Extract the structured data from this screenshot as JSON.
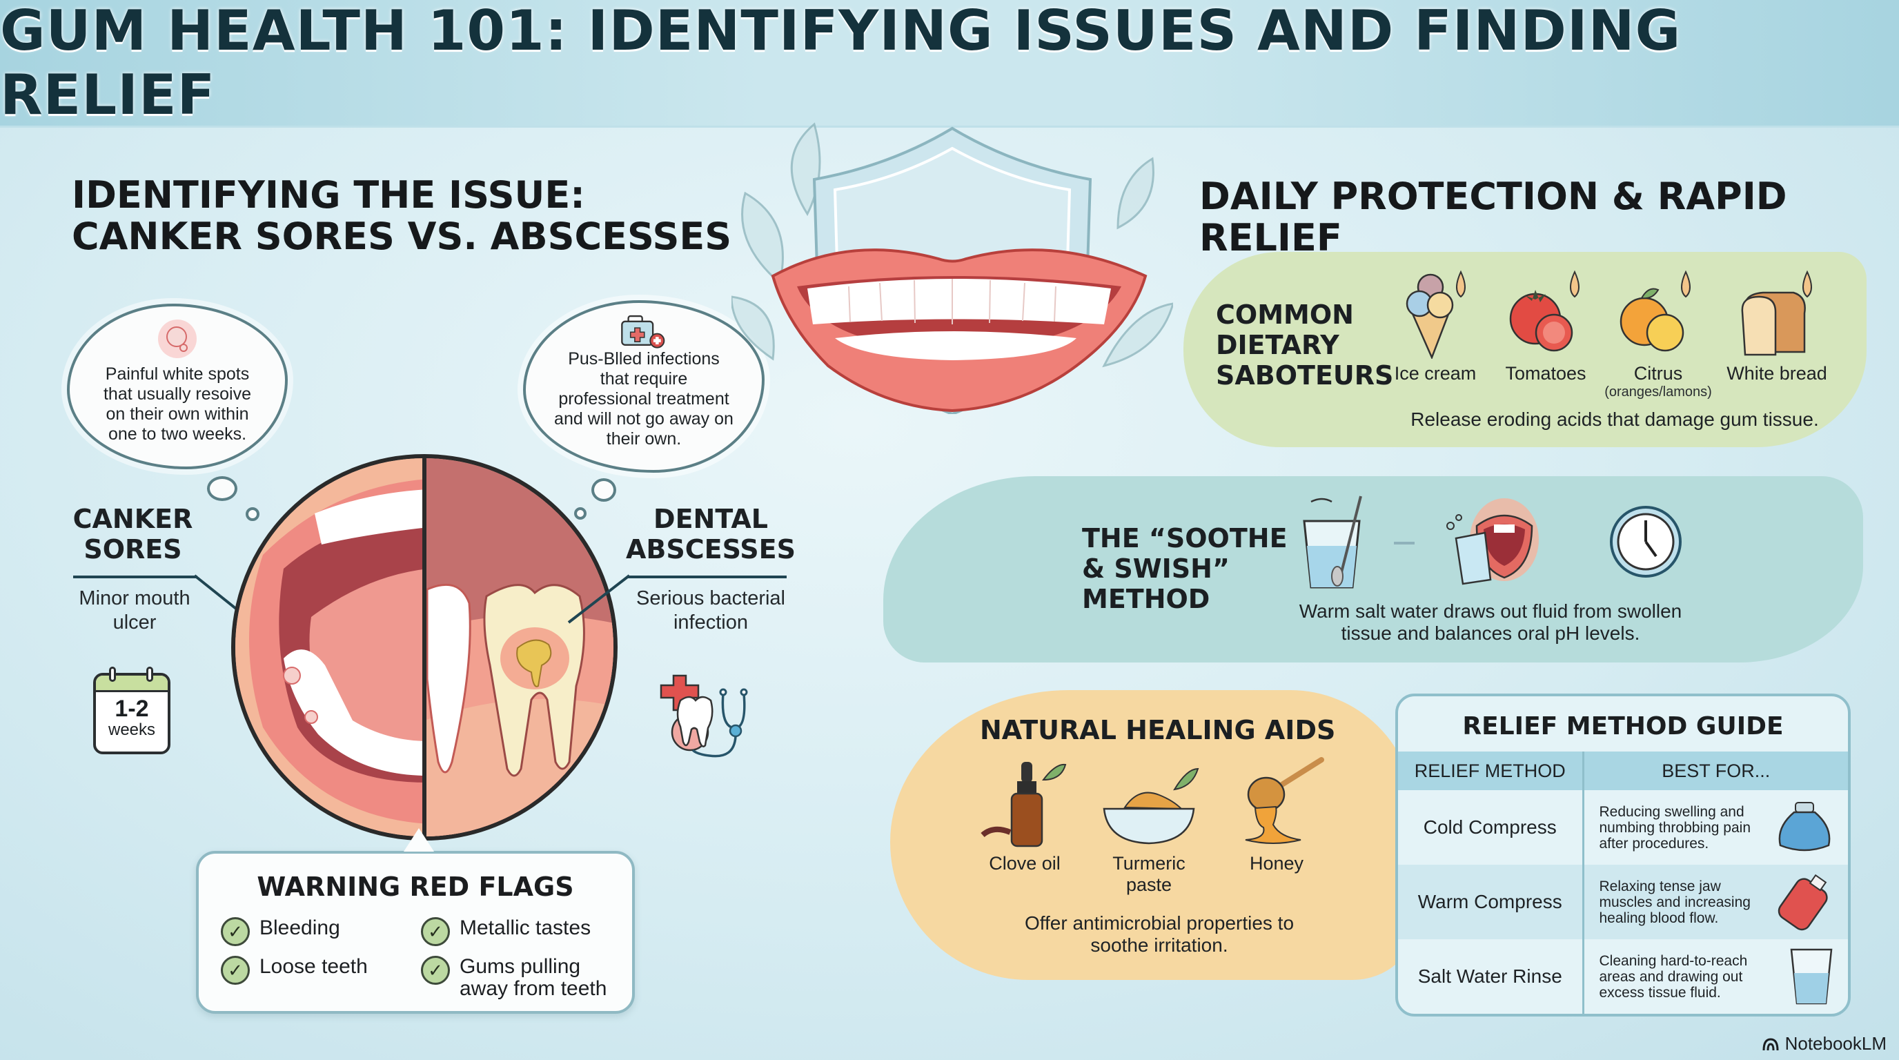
{
  "header": {
    "title": "GUM HEALTH 101: IDENTIFYING ISSUES AND FINDING RELIEF"
  },
  "left_section": {
    "title_line1": "IDENTIFYING THE ISSUE:",
    "title_line2": "CANKER SORES VS. ABSCESSES",
    "canker_bubble": "Painful white spots that usually resoive on their own within one to two weeks.",
    "abscess_bubble": "Pus-Blled infections that require professional treatment and will not go away on their own.",
    "canker": {
      "title_line1": "CANKER",
      "title_line2": "SORES",
      "subtitle": "Minor mouth ulcer",
      "calendar_value": "1-2",
      "calendar_unit": "weeks"
    },
    "abscess": {
      "title_line1": "DENTAL",
      "title_line2": "ABSCESSES",
      "subtitle": "Serious bacterial infection"
    },
    "warning": {
      "title": "WARNING RED FLAGS",
      "flags": [
        "Bleeding",
        "Metallic tastes",
        "Loose teeth",
        "Gums pulling away from teeth"
      ]
    }
  },
  "right_section": {
    "title": "DAILY PROTECTION & RAPID RELIEF",
    "saboteurs": {
      "title_line1": "COMMON",
      "title_line2": "DIETARY",
      "title_line3": "SABOTEURS",
      "foods": [
        {
          "name": "Ice cream",
          "note": ""
        },
        {
          "name": "Tomatoes",
          "note": ""
        },
        {
          "name": "Citrus",
          "note": "(oranges/lamons)"
        },
        {
          "name": "White bread",
          "note": ""
        }
      ],
      "description": "Release eroding acids that damage gum tissue."
    },
    "soothe": {
      "title_line1": "THE “SOOTHE",
      "title_line2": "& SWISH”",
      "title_line3": "METHOD",
      "description": "Warm salt water draws out fluid from swollen tissue and balances oral pH levels."
    },
    "natural": {
      "title": "NATURAL HEALING AIDS",
      "items": [
        "Clove oil",
        "Turmeric paste",
        "Honey"
      ],
      "description": "Offer antimicrobial properties to soothe irritation."
    },
    "relief_guide": {
      "title": "RELIEF METHOD GUIDE",
      "columns": [
        "RELIEF METHOD",
        "BEST FOR..."
      ],
      "rows": [
        {
          "method": "Cold Compress",
          "best_for": "Reducing swelling and numbing throbbing pain after procedures.",
          "icon": "ice-pack-icon"
        },
        {
          "method": "Warm Compress",
          "best_for": "Relaxing tense jaw muscles and increasing healing blood flow.",
          "icon": "hot-water-bottle-icon"
        },
        {
          "method": "Salt Water Rinse",
          "best_for": "Cleaning hard-to-reach areas and drawing out excess tissue fluid.",
          "icon": "water-glass-icon"
        }
      ]
    }
  },
  "footer": {
    "brand": "NotebookLM"
  },
  "colors": {
    "header_bg": "#a7d4e0",
    "title_text": "#14323c",
    "green_band": "#d6e6bd",
    "teal_band": "#b6dcdb",
    "orange_band": "#f6d8a1",
    "table_header": "#a9d6e3",
    "lip_red": "#ef8078"
  }
}
